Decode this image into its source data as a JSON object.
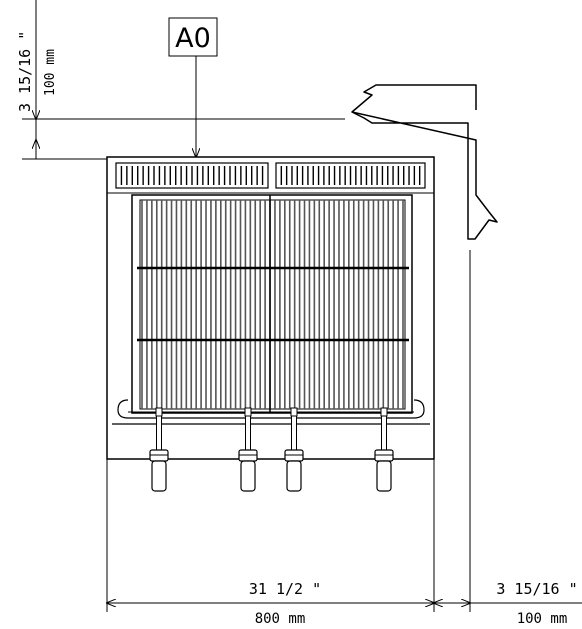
{
  "callout": {
    "label": "A0"
  },
  "dimensions": {
    "top_left": {
      "imperial": "3 15/16 \"",
      "metric": "100 mm"
    },
    "bottom_width": {
      "imperial": "31 1/2 \"",
      "metric": "800 mm"
    },
    "bottom_right": {
      "imperial": "3 15/16 \"",
      "metric": "100 mm"
    }
  },
  "appliance": {
    "knobs": 4,
    "grate_vertical_bars": 54,
    "vent_slats_per_panel": 28
  },
  "colors": {
    "line": "#000000",
    "background": "#ffffff",
    "grate": "#555555"
  }
}
